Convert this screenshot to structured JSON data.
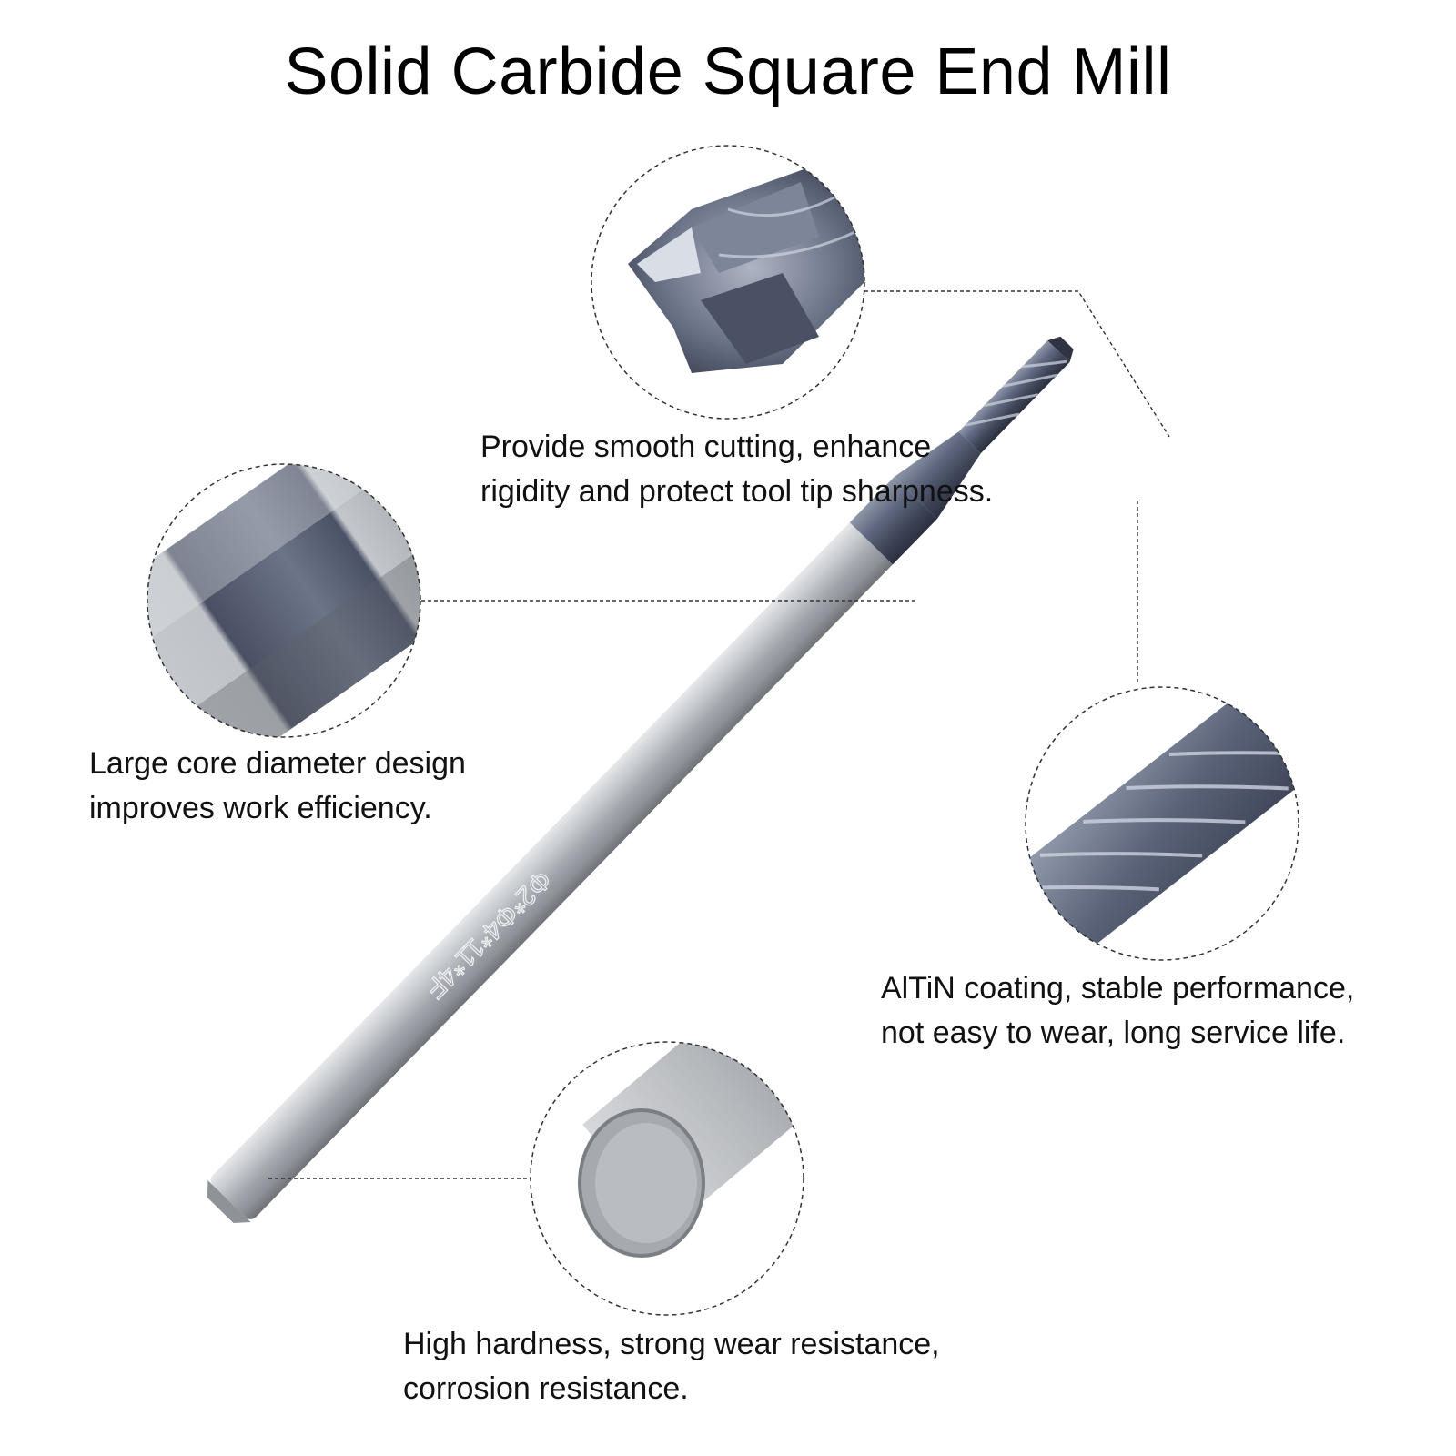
{
  "title": "Solid Carbide Square End Mill",
  "features": [
    {
      "id": "tip",
      "lines": [
        "Provide smooth cutting, enhance",
        "rigidity and protect tool tip sharpness."
      ]
    },
    {
      "id": "core",
      "lines": [
        "Large core diameter design",
        "improves work efficiency."
      ]
    },
    {
      "id": "coating",
      "lines": [
        "AlTiN coating, stable performance,",
        "not easy to wear, long service life."
      ]
    },
    {
      "id": "hardness",
      "lines": [
        "High hardness, strong wear resistance,",
        "corrosion resistance."
      ]
    }
  ],
  "shank_marking": "Φ2*Φ4*11*4F",
  "colors": {
    "coating": "#5a6275",
    "shank": "#b8bcc2",
    "leader": "#333333"
  }
}
